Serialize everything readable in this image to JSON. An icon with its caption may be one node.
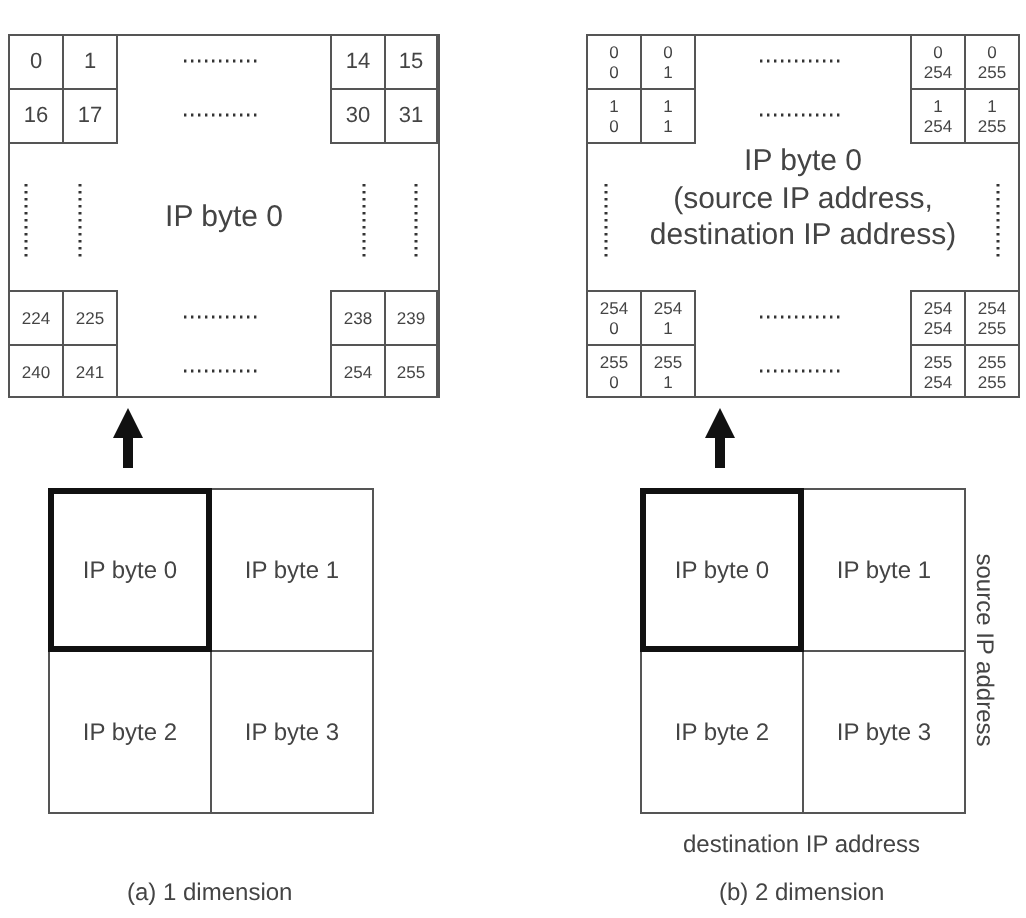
{
  "diagram": {
    "nodes": [
      {
        "text": [
          "IP byte 0"
        ]
      },
      {
        "text": [
          "0"
        ],
        "in": 0
      },
      {
        "text": [
          "1"
        ],
        "in": 0
      },
      {
        "text": [
          "14"
        ],
        "in": 0
      },
      {
        "text": [
          "15"
        ],
        "in": 0
      },
      {
        "text": [
          "16"
        ],
        "in": 0
      },
      {
        "text": [
          "17"
        ],
        "in": 0
      },
      {
        "text": [
          "30"
        ],
        "in": 0
      },
      {
        "text": [
          "31"
        ],
        "in": 0
      },
      {
        "text": [
          "224"
        ],
        "in": 0
      },
      {
        "text": [
          "225"
        ],
        "in": 0
      },
      {
        "text": [
          "238"
        ],
        "in": 0
      },
      {
        "text": [
          "239"
        ],
        "in": 0
      },
      {
        "text": [
          "240"
        ],
        "in": 0
      },
      {
        "text": [
          "241"
        ],
        "in": 0
      },
      {
        "text": [
          "254"
        ],
        "in": 0
      },
      {
        "text": [
          "255"
        ],
        "in": 0
      },
      {
        "text": [
          "IP byte 0",
          "(source IP address, destination IP address)"
        ]
      },
      {
        "text": [
          "0 0"
        ],
        "in": 17
      },
      {
        "text": [
          "0 1"
        ],
        "in": 17
      },
      {
        "text": [
          "0 254"
        ],
        "in": 17
      },
      {
        "text": [
          "0 255"
        ],
        "in": 17
      },
      {
        "text": [
          "1 0"
        ],
        "in": 17
      },
      {
        "text": [
          "1 1"
        ],
        "in": 17
      },
      {
        "text": [
          "1 254"
        ],
        "in": 17
      },
      {
        "text": [
          "1 255"
        ],
        "in": 17
      },
      {
        "text": [
          "254 0"
        ],
        "in": 17
      },
      {
        "text": [
          "254 1"
        ],
        "in": 17
      },
      {
        "text": [
          "254 254"
        ],
        "in": 17
      },
      {
        "text": [
          "254 255"
        ],
        "in": 17
      },
      {
        "text": [
          "255 0"
        ],
        "in": 17
      },
      {
        "text": [
          "255 1"
        ],
        "in": 17
      },
      {
        "text": [
          "255 254"
        ],
        "in": 17
      },
      {
        "text": [
          "255 255"
        ],
        "in": 17
      },
      {
        "text": [
          "IP byte 0"
        ]
      },
      {
        "text": [
          "IP byte 1"
        ]
      },
      {
        "text": [
          "IP byte 2"
        ]
      },
      {
        "text": [
          "IP byte 3"
        ]
      },
      {
        "text": [
          "IP byte 0"
        ]
      },
      {
        "text": [
          "IP byte 1"
        ]
      },
      {
        "text": [
          "IP byte 2"
        ]
      },
      {
        "text": [
          "IP byte 3"
        ]
      }
    ],
    "edges": [
      {
        "from": 34,
        "to": 0,
        "arrow": "to"
      },
      {
        "from": 38,
        "to": 17,
        "arrow": "to"
      }
    ],
    "labels": [
      "source IP address",
      "destination IP address",
      "(a) 1 dimension",
      "(b) 2 dimension"
    ]
  }
}
